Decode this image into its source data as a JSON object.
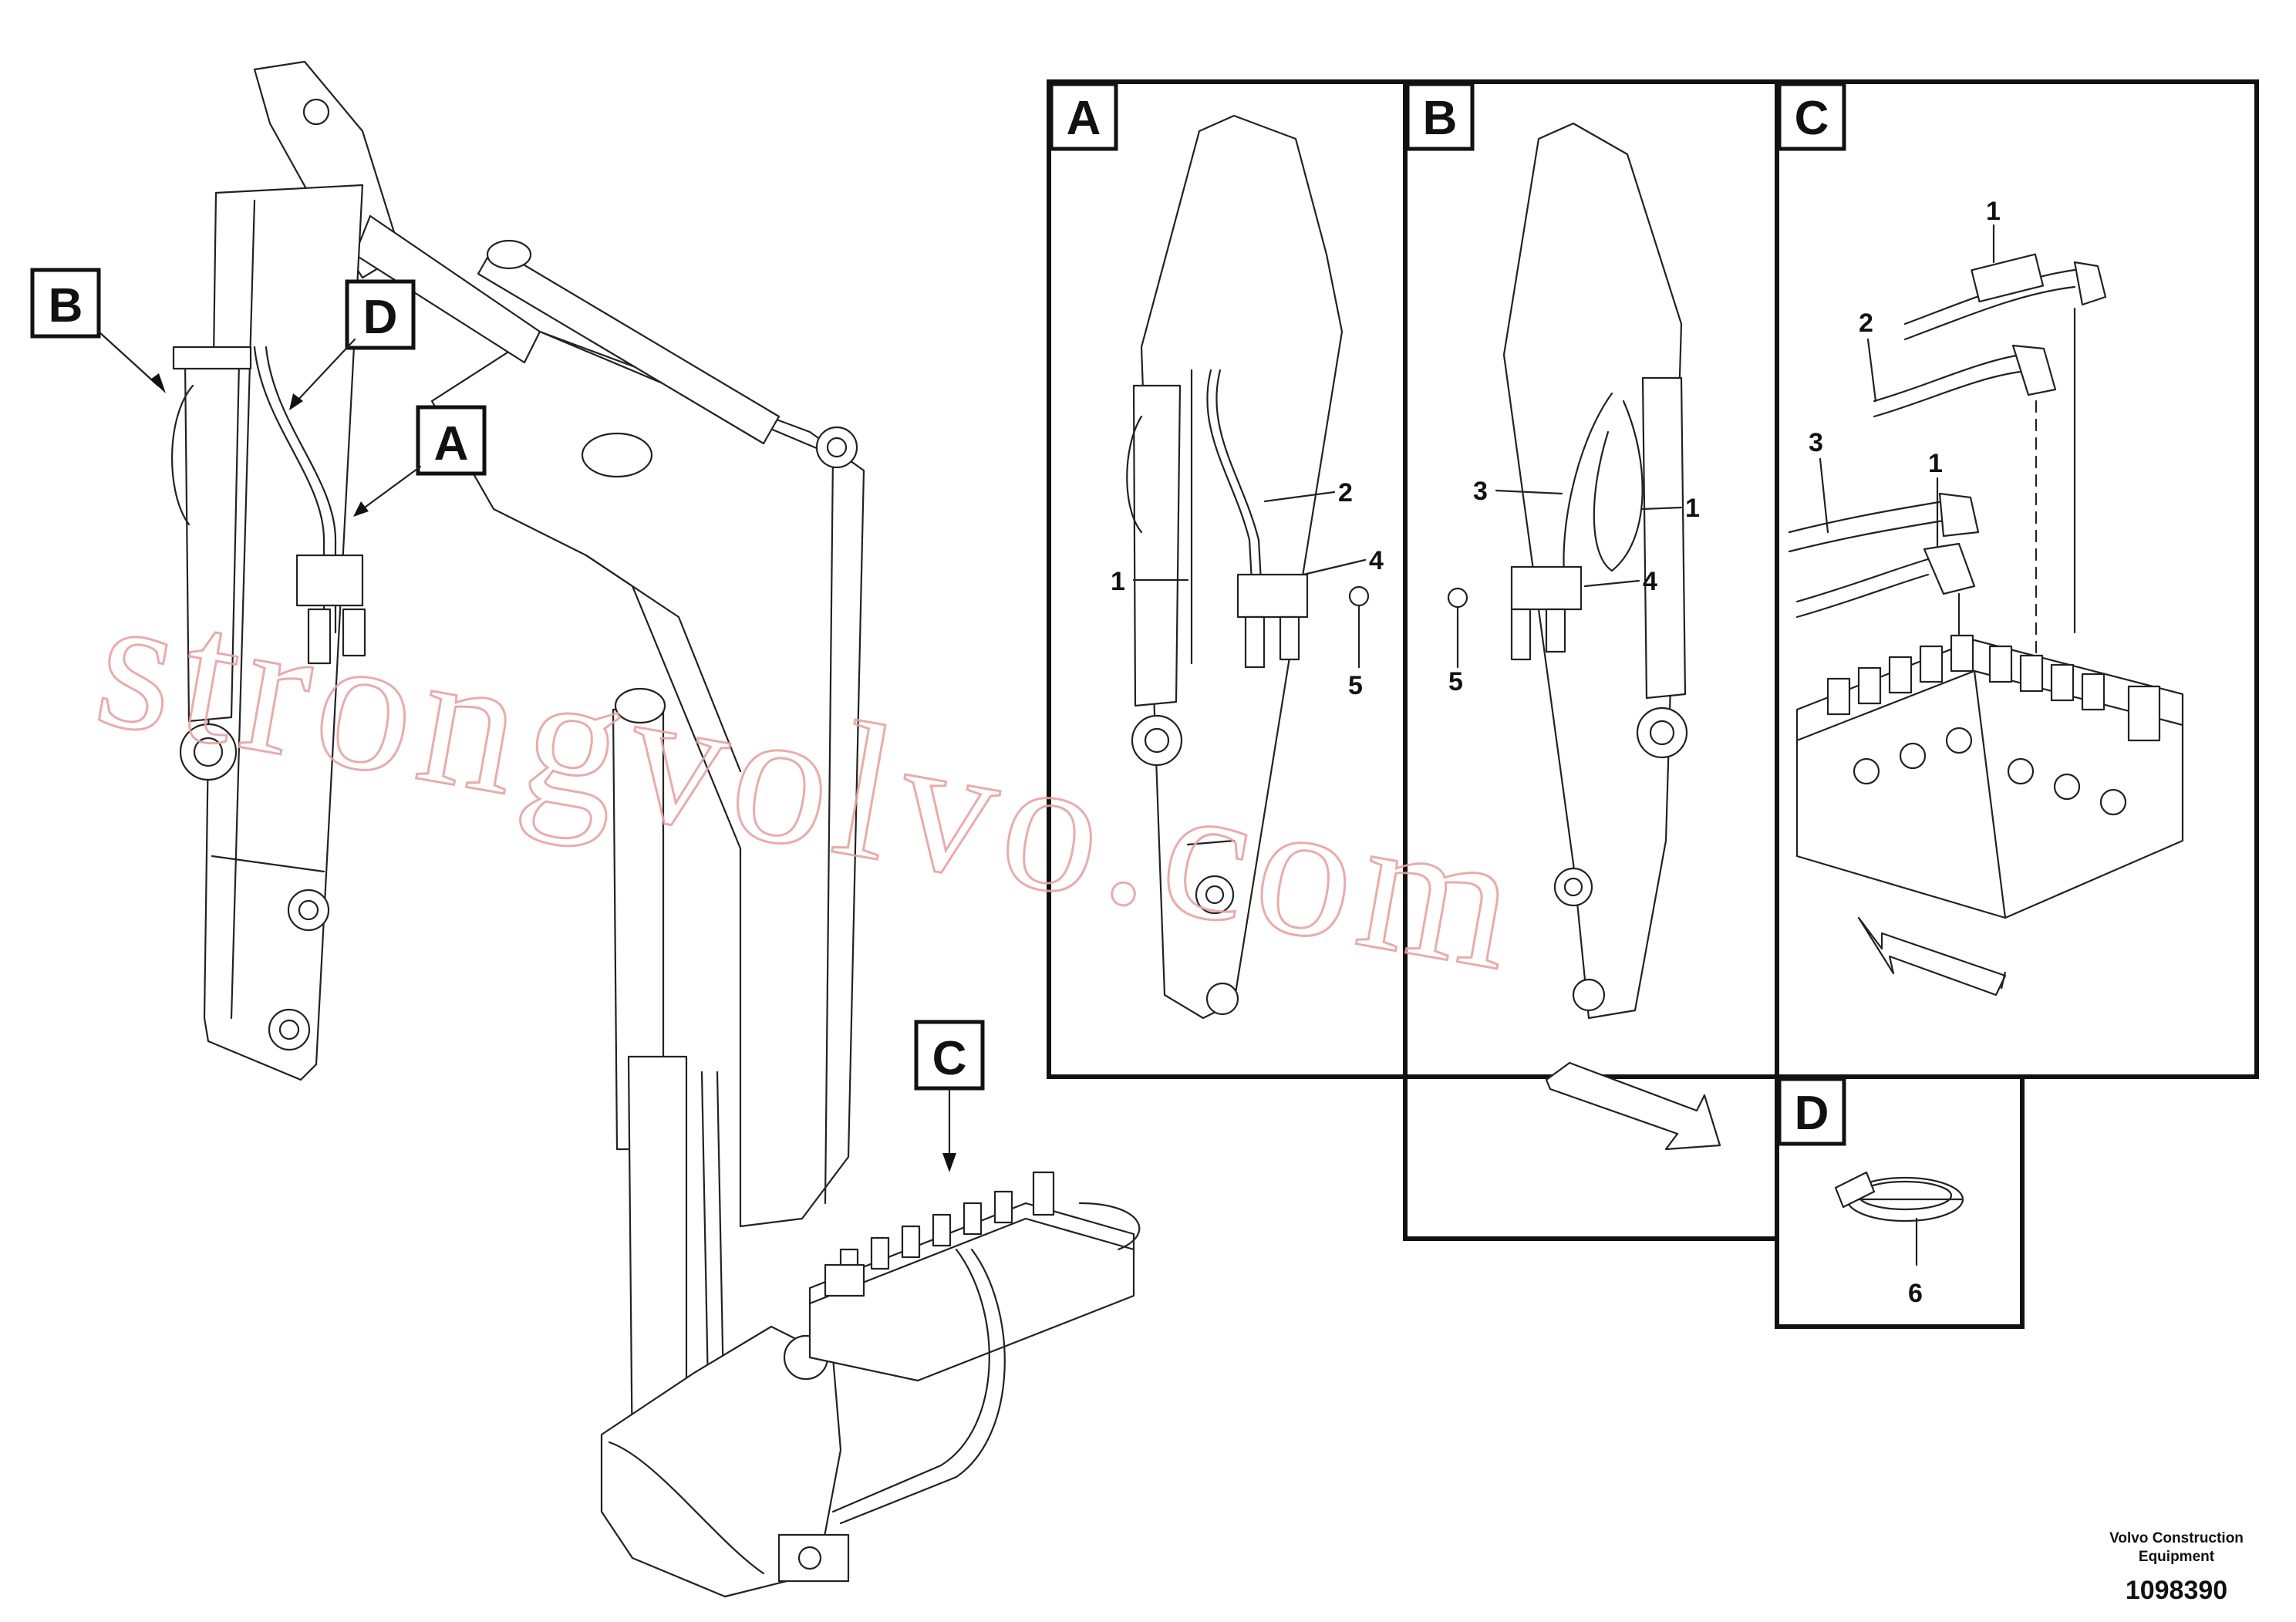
{
  "callouts": {
    "main_b": "B",
    "main_d": "D",
    "main_a": "A",
    "main_c": "C"
  },
  "panels": {
    "a": {
      "label": "A",
      "parts": [
        "1",
        "2",
        "4",
        "5"
      ]
    },
    "b": {
      "label": "B",
      "parts": [
        "3",
        "1",
        "4",
        "5"
      ]
    },
    "c": {
      "label": "C",
      "parts": [
        "1",
        "2",
        "3",
        "1"
      ]
    },
    "d": {
      "label": "D",
      "parts": [
        "6"
      ]
    }
  },
  "watermark": "strongvolvo.com",
  "footer": {
    "company_line1": "Volvo Construction",
    "company_line2": "Equipment",
    "drawing_number": "1098390"
  }
}
